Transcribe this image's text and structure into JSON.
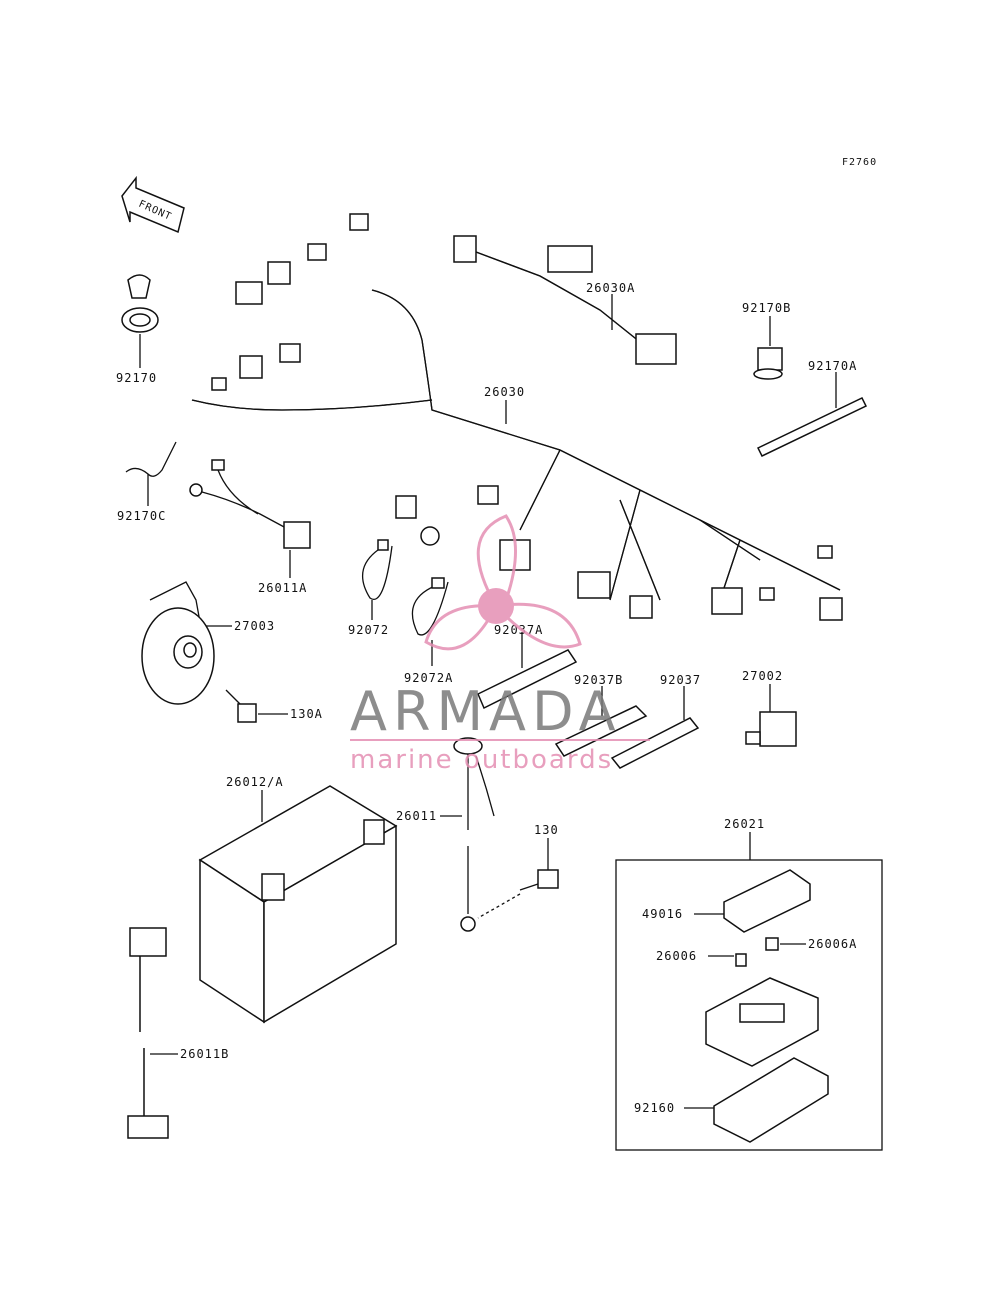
{
  "figure_id": "F2760",
  "front_label": "FRONT",
  "parts": {
    "p92170": "92170",
    "p92170C": "92170C",
    "p26011A": "26011A",
    "p27003": "27003",
    "p130A": "130A",
    "p26012A": "26012/A",
    "p26011B": "26011B",
    "p26030A": "26030A",
    "p26030": "26030",
    "p92170B": "92170B",
    "p92170A": "92170A",
    "p92072": "92072",
    "p92072A": "92072A",
    "p92037A": "92037A",
    "p92037B": "92037B",
    "p92037": "92037",
    "p27002": "27002",
    "p26011": "26011",
    "p130": "130",
    "p26021": "26021",
    "p49016": "49016",
    "p26006": "26006",
    "p26006A": "26006A",
    "p92160": "92160"
  },
  "watermark": {
    "brand": "ARMADA",
    "tagline": "marine outboards",
    "brand_color": "#7a7a7a",
    "accent_color": "#e58fb3"
  }
}
